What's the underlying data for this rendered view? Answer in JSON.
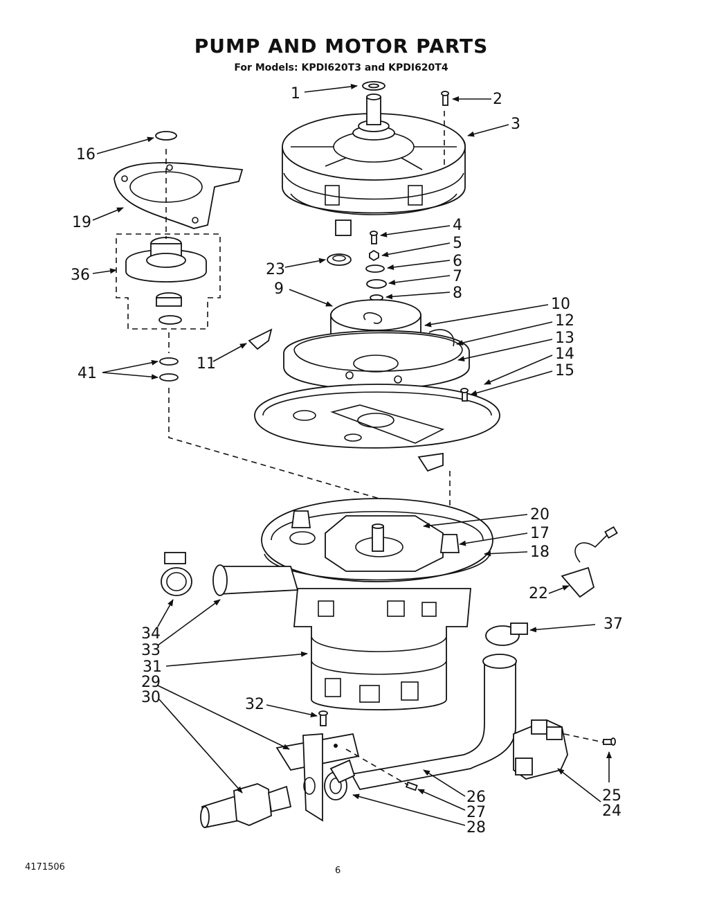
{
  "title": "PUMP AND MOTOR PARTS",
  "subtitle": "For Models: KPDI620T3 and KPDI620T4",
  "footer": {
    "doc_number": "4171506",
    "page_number": "6"
  },
  "part_labels": {
    "p1": "1",
    "p2": "2",
    "p3": "3",
    "p4": "4",
    "p5": "5",
    "p6": "6",
    "p7": "7",
    "p8": "8",
    "p9": "9",
    "p10": "10",
    "p11": "11",
    "p12": "12",
    "p13": "13",
    "p14": "14",
    "p15": "15",
    "p16": "16",
    "p17": "17",
    "p18": "18",
    "p19": "19",
    "p20": "20",
    "p22": "22",
    "p23": "23",
    "p24": "24",
    "p25": "25",
    "p26": "26",
    "p27": "27",
    "p28": "28",
    "p29": "29",
    "p30": "30",
    "p31": "31",
    "p32": "32",
    "p33": "33",
    "p34": "34",
    "p36": "36",
    "p37": "37",
    "p41": "41"
  }
}
